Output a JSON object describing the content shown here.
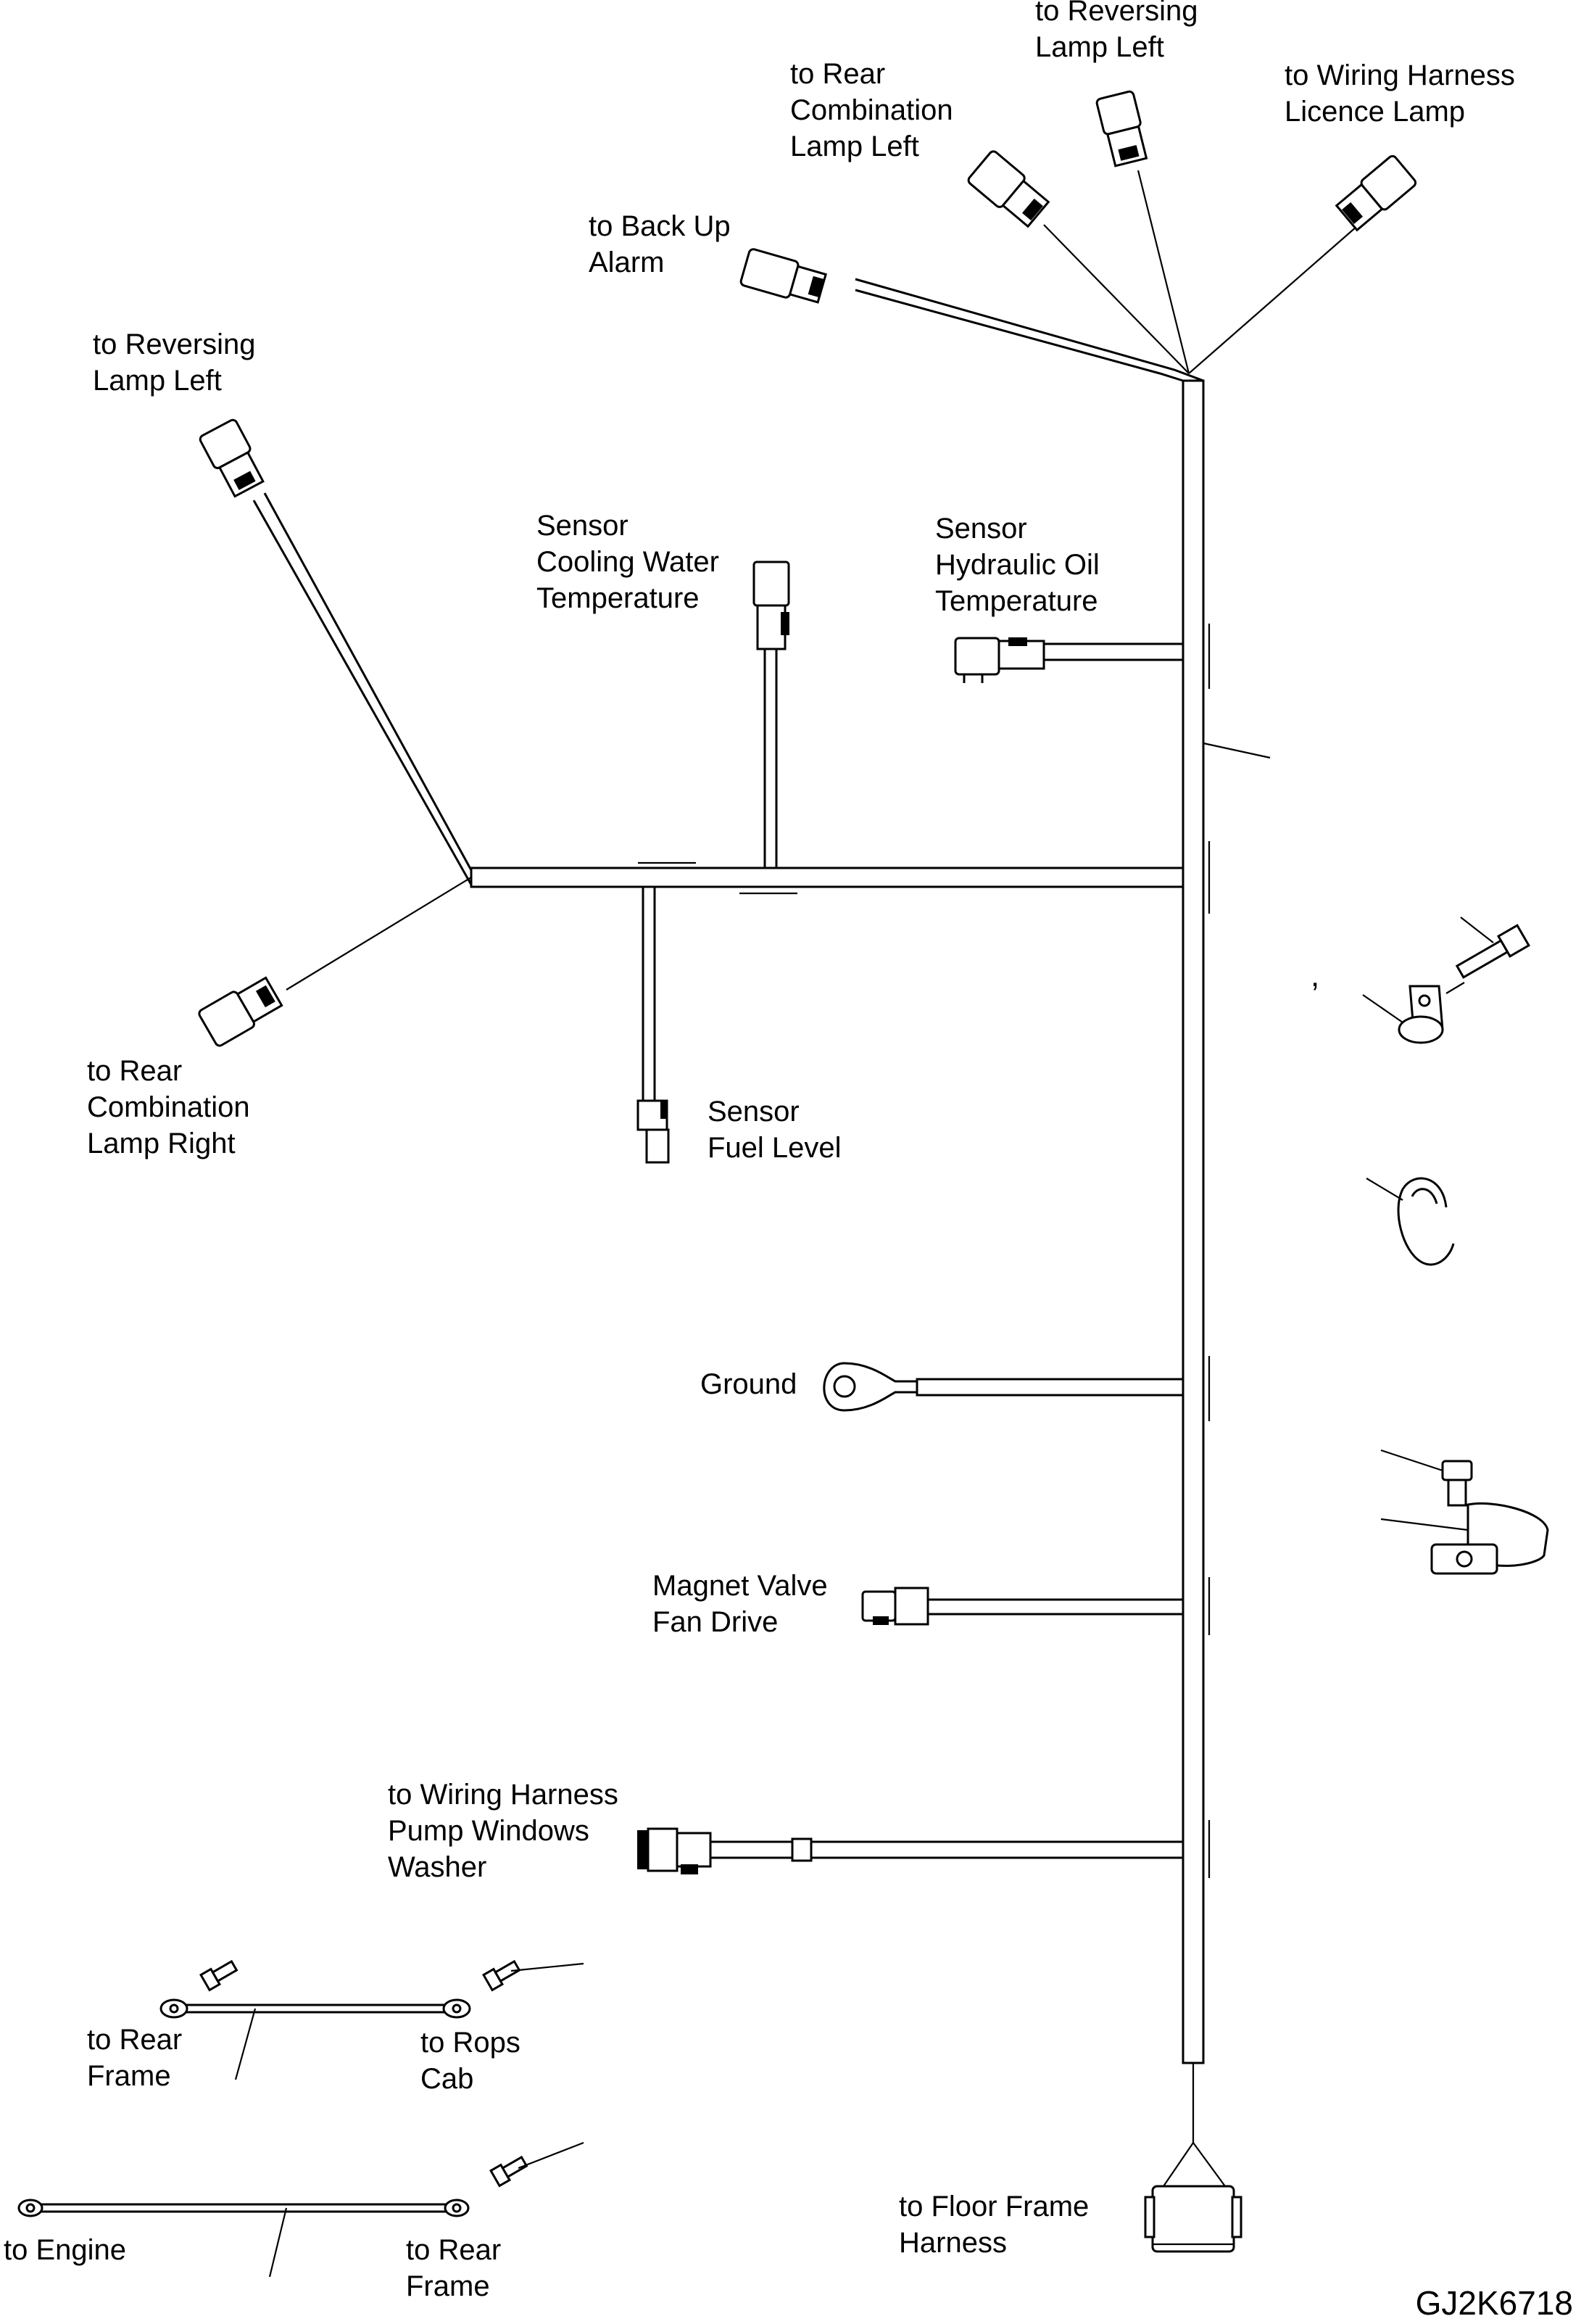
{
  "drawing_id": "GJ2K6718",
  "stray_mark": ",",
  "labels": {
    "reversing_lamp_left_top": [
      "to Reversing",
      "Lamp Left"
    ],
    "rear_combination_lamp_left": [
      "to Rear",
      "Combination",
      "Lamp Left"
    ],
    "wiring_harness_licence_lamp": [
      "to Wiring Harness",
      "Licence Lamp"
    ],
    "back_up_alarm": [
      "to Back Up",
      "Alarm"
    ],
    "reversing_lamp_left": [
      "to Reversing",
      "Lamp Left"
    ],
    "sensor_cooling_water": [
      "Sensor",
      "Cooling Water",
      "Temperature"
    ],
    "sensor_hydraulic_oil": [
      "Sensor",
      "Hydraulic Oil",
      "Temperature"
    ],
    "rear_combination_lamp_right": [
      "to Rear",
      "Combination",
      "Lamp Right"
    ],
    "sensor_fuel_level": [
      "Sensor",
      "Fuel Level"
    ],
    "ground": [
      "Ground"
    ],
    "magnet_valve_fan_drive": [
      "Magnet Valve",
      "Fan Drive"
    ],
    "wiring_harness_pump_windows_washer": [
      "to Wiring Harness",
      "Pump Windows",
      "Washer"
    ],
    "strap1_left": [
      "to Rear",
      "Frame"
    ],
    "strap1_right": [
      "to Rops",
      "Cab"
    ],
    "strap2_left": [
      "to Engine"
    ],
    "strap2_right": [
      "to Rear",
      "Frame"
    ],
    "floor_frame_harness": [
      "to Floor Frame",
      "Harness"
    ]
  }
}
